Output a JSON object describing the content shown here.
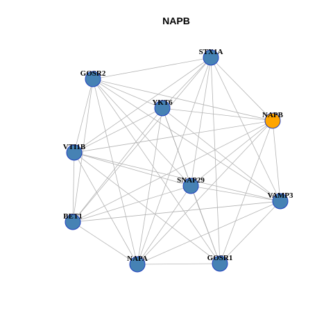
{
  "title": "NAPB",
  "colors": {
    "node_default": "#4682b4",
    "node_highlight": "#ffa500",
    "node_border": "#1f3fbf",
    "edge": "#b3b3b3",
    "edge_dark": "#999999"
  },
  "nodes": [
    {
      "id": "STX1A",
      "label": "STX1A",
      "highlight": false
    },
    {
      "id": "GOSR2",
      "label": "GOSR2",
      "highlight": false
    },
    {
      "id": "YKT6",
      "label": "YKT6",
      "highlight": false
    },
    {
      "id": "NAPB",
      "label": "NAPB",
      "highlight": true
    },
    {
      "id": "VTI1B",
      "label": "VTI1B",
      "highlight": false
    },
    {
      "id": "SNAP29",
      "label": "SNAP29",
      "highlight": false
    },
    {
      "id": "VAMP3",
      "label": "VAMP3",
      "highlight": false
    },
    {
      "id": "BET1",
      "label": "BET1",
      "highlight": false
    },
    {
      "id": "NAPA",
      "label": "NAPA",
      "highlight": false
    },
    {
      "id": "GOSR1",
      "label": "GOSR1",
      "highlight": false
    }
  ],
  "edges": [
    [
      "STX1A",
      "GOSR2"
    ],
    [
      "STX1A",
      "YKT6"
    ],
    [
      "STX1A",
      "NAPB"
    ],
    [
      "STX1A",
      "VTI1B"
    ],
    [
      "STX1A",
      "SNAP29"
    ],
    [
      "STX1A",
      "VAMP3"
    ],
    [
      "STX1A",
      "BET1"
    ],
    [
      "STX1A",
      "NAPA"
    ],
    [
      "STX1A",
      "GOSR1"
    ],
    [
      "GOSR2",
      "YKT6"
    ],
    [
      "GOSR2",
      "NAPB"
    ],
    [
      "GOSR2",
      "VTI1B"
    ],
    [
      "GOSR2",
      "SNAP29"
    ],
    [
      "GOSR2",
      "VAMP3"
    ],
    [
      "GOSR2",
      "BET1"
    ],
    [
      "GOSR2",
      "NAPA"
    ],
    [
      "GOSR2",
      "GOSR1"
    ],
    [
      "YKT6",
      "NAPB"
    ],
    [
      "YKT6",
      "VTI1B"
    ],
    [
      "YKT6",
      "VAMP3"
    ],
    [
      "YKT6",
      "BET1"
    ],
    [
      "YKT6",
      "NAPA"
    ],
    [
      "YKT6",
      "GOSR1"
    ],
    [
      "NAPB",
      "VTI1B"
    ],
    [
      "NAPB",
      "SNAP29"
    ],
    [
      "NAPB",
      "VAMP3"
    ],
    [
      "NAPB",
      "BET1"
    ],
    [
      "NAPB",
      "NAPA"
    ],
    [
      "NAPB",
      "GOSR1"
    ],
    [
      "VTI1B",
      "SNAP29"
    ],
    [
      "VTI1B",
      "VAMP3"
    ],
    [
      "VTI1B",
      "BET1"
    ],
    [
      "VTI1B",
      "NAPA"
    ],
    [
      "VTI1B",
      "GOSR1"
    ],
    [
      "SNAP29",
      "VAMP3"
    ],
    [
      "SNAP29",
      "BET1"
    ],
    [
      "SNAP29",
      "NAPA"
    ],
    [
      "SNAP29",
      "GOSR1"
    ],
    [
      "VAMP3",
      "BET1"
    ],
    [
      "VAMP3",
      "NAPA"
    ],
    [
      "VAMP3",
      "GOSR1"
    ],
    [
      "BET1",
      "NAPA"
    ],
    [
      "NAPA",
      "GOSR1"
    ]
  ]
}
